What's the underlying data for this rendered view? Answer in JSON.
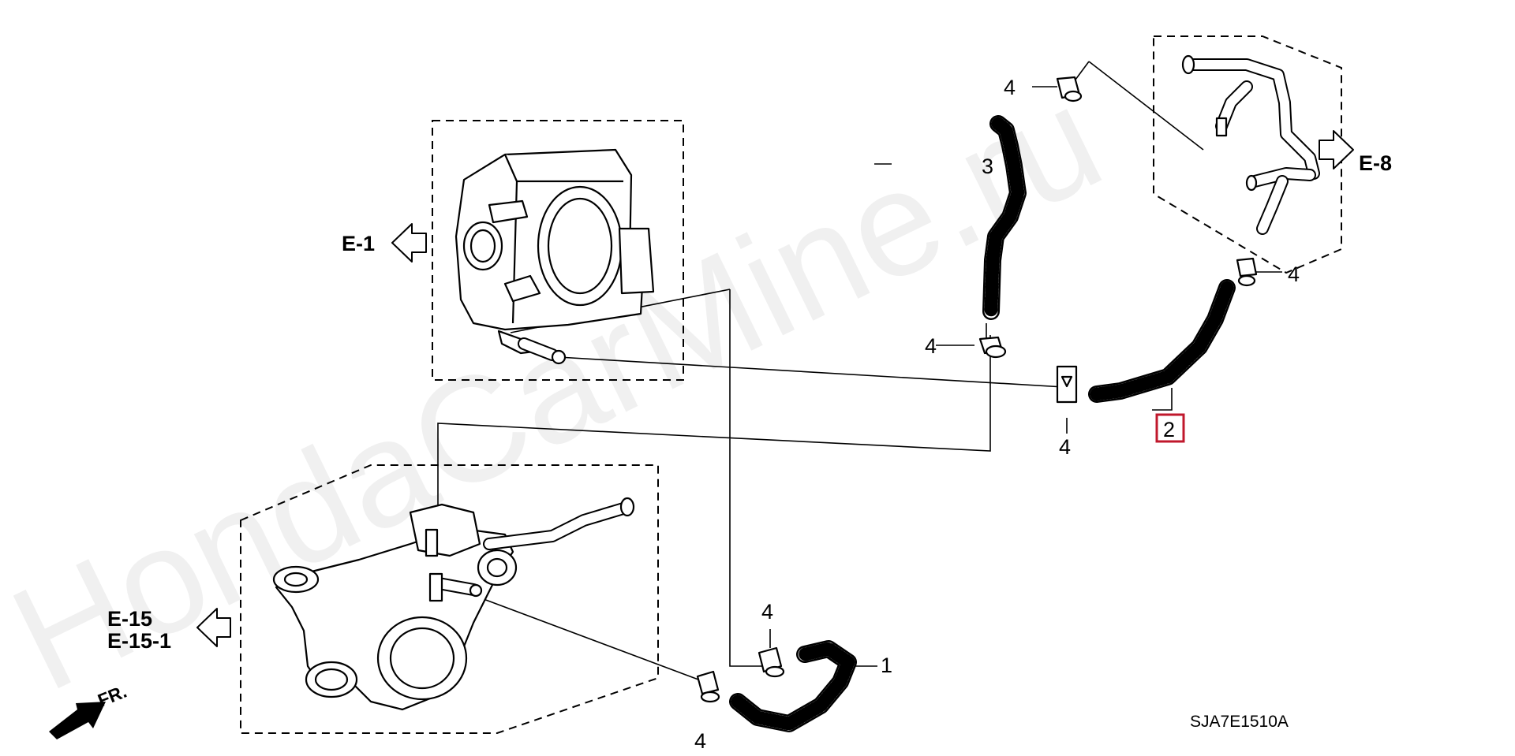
{
  "watermark": "HondaCarMine.ru",
  "diagram_code": "SJA7E1510A",
  "references": {
    "e1": "E-1",
    "e8": "E-8",
    "e15": "E-15",
    "e15_1": "E-15-1",
    "front": "FR."
  },
  "callouts": {
    "part1": "1",
    "part2": "2",
    "part3": "3",
    "clamp_top": "4",
    "clamp_right": "4",
    "clamp_mid": "4",
    "clamp_joint": "4",
    "clamp_lower_a": "4",
    "clamp_lower_b": "4"
  },
  "colors": {
    "highlight_box": "#c0182c"
  }
}
